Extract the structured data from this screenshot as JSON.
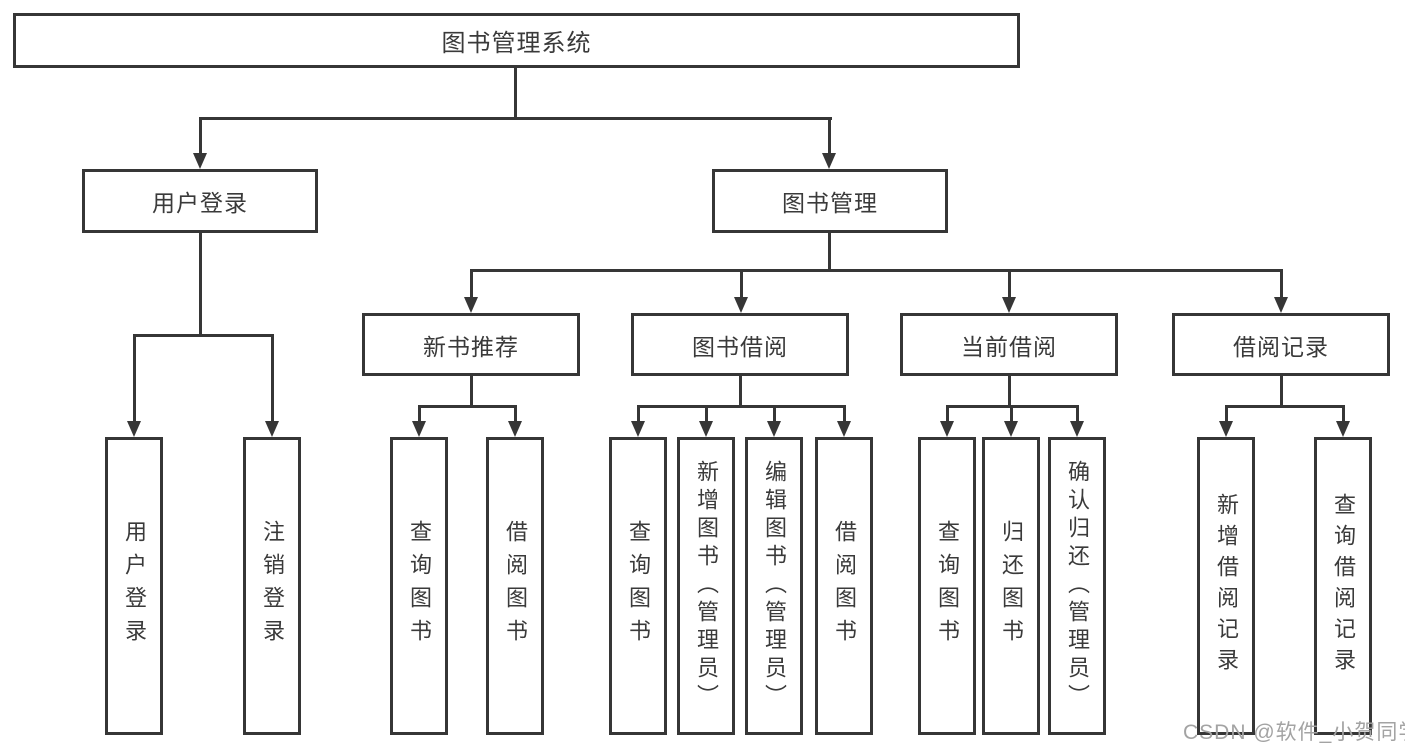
{
  "tree": {
    "label": "图书管理系统",
    "children": [
      {
        "label": "用户登录",
        "children": [
          {
            "label": "用户登录"
          },
          {
            "label": "注销登录"
          }
        ]
      },
      {
        "label": "图书管理",
        "children": [
          {
            "label": "新书推荐",
            "children": [
              {
                "label": "查询图书"
              },
              {
                "label": "借阅图书"
              }
            ]
          },
          {
            "label": "图书借阅",
            "children": [
              {
                "label": "查询图书"
              },
              {
                "label": "新增图书（管理员）"
              },
              {
                "label": "编辑图书（管理员）"
              },
              {
                "label": "借阅图书"
              }
            ]
          },
          {
            "label": "当前借阅",
            "children": [
              {
                "label": "查询图书"
              },
              {
                "label": "归还图书"
              },
              {
                "label": "确认归还（管理员）"
              }
            ]
          },
          {
            "label": "借阅记录",
            "children": [
              {
                "label": "新增借阅记录"
              },
              {
                "label": "查询借阅记录"
              }
            ]
          }
        ]
      }
    ]
  },
  "watermark": "CSDN @软件_小贺同学",
  "colors": {
    "line": "#363636",
    "text": "#3a3a3a",
    "background": "#ffffff",
    "watermark": "#a3a3a3"
  }
}
